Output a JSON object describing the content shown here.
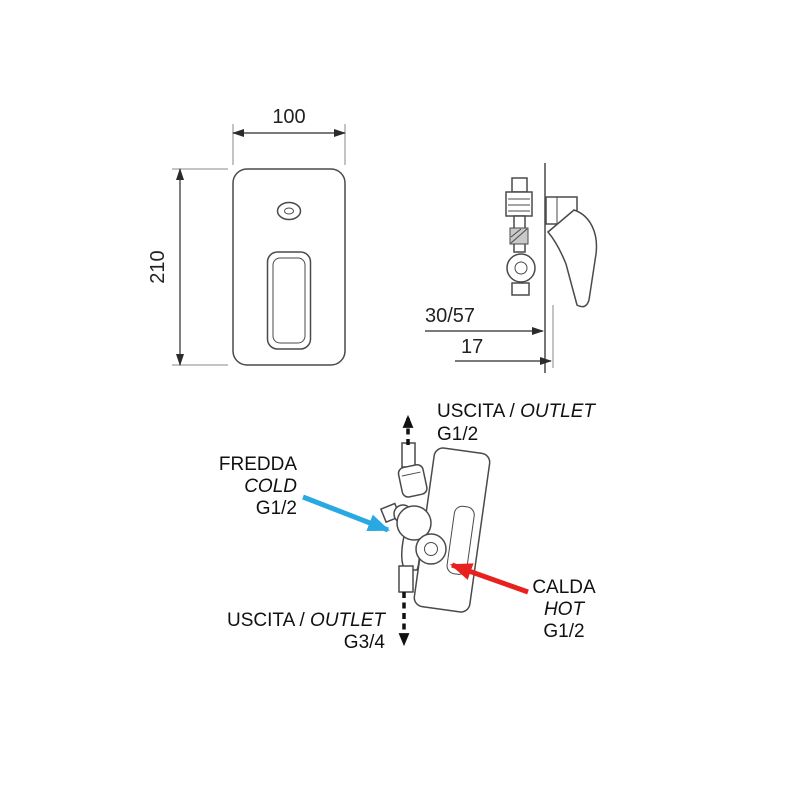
{
  "front_view": {
    "width_dim": "100",
    "height_dim": "210"
  },
  "side_view": {
    "depth_dim": "30/57",
    "plate_dim": "17"
  },
  "connections": {
    "outlet_top": {
      "label": "USCITA / ",
      "label_italic": "OUTLET",
      "size": "G1/2"
    },
    "outlet_bottom": {
      "label": "USCITA / ",
      "label_italic": "OUTLET",
      "size": "G3/4"
    },
    "cold": {
      "label": "FREDDA",
      "label_italic": "COLD",
      "size": "G1/2",
      "color": "#29a9e1"
    },
    "hot": {
      "label": "CALDA",
      "label_italic": "HOT",
      "size": "G1/2",
      "color": "#e8201e"
    }
  }
}
